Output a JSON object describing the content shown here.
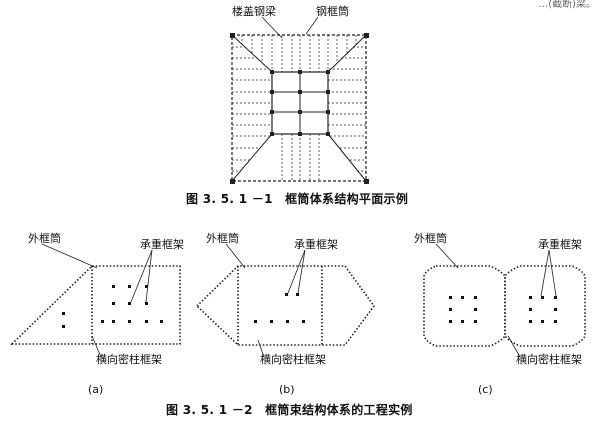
{
  "top_corner_text": "…(截断)梁。",
  "figure1": {
    "label_floor_beam": "楼盖钢梁",
    "label_steel_tube": "钢框筒",
    "caption": "图 3. 5. 1 －1　框筒体系结构平面示例"
  },
  "figure2": {
    "a": {
      "label_outer_tube": "外框筒",
      "label_bearing_frame": "承重框架",
      "label_dense_column_frame": "横向密柱框架",
      "sublabel": "(a)"
    },
    "b": {
      "label_outer_tube": "外框筒",
      "label_bearing_frame": "承重框架",
      "label_dense_column_frame": "横向密柱框架",
      "sublabel": "(b)"
    },
    "c": {
      "label_outer_tube": "外框筒",
      "label_bearing_frame": "承重框架",
      "label_dense_column_frame": "横向密柱框架",
      "sublabel": "(c)"
    },
    "caption": "图 3. 5. 1 －2　框筒束结构体系的工程实例"
  }
}
